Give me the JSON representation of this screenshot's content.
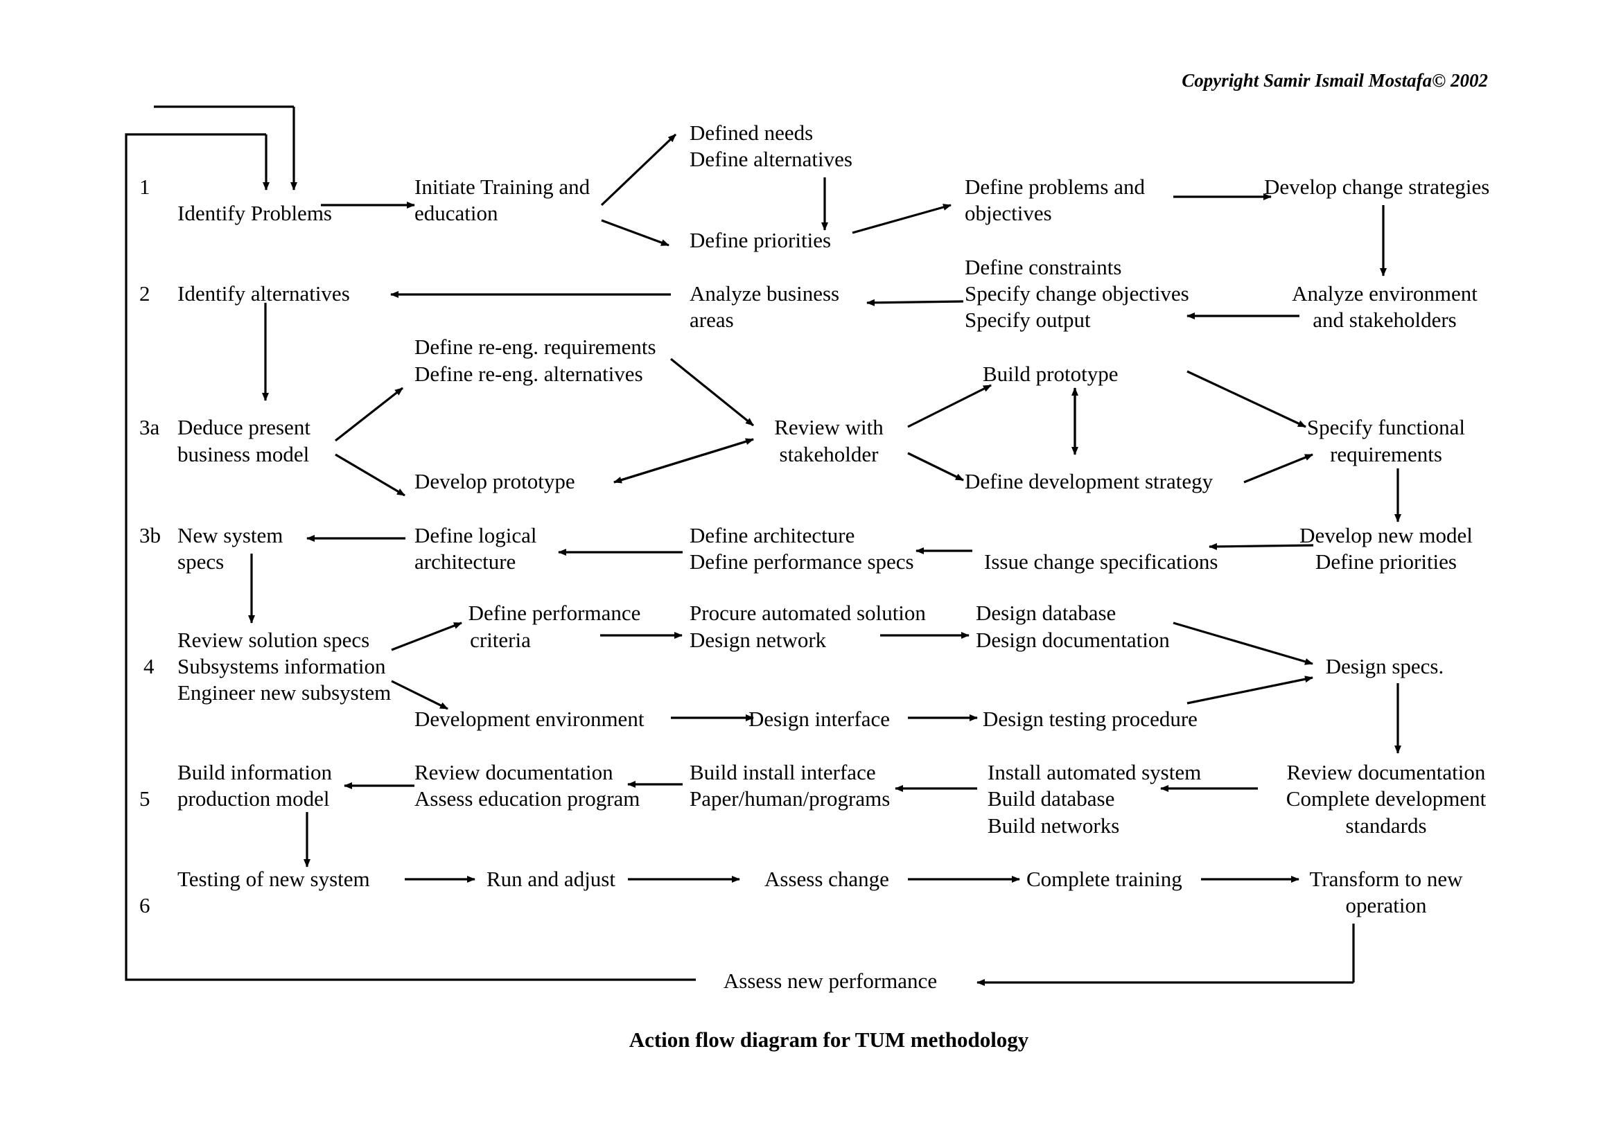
{
  "copyright": "Copyright Samir Ismail Mostafa© 2002",
  "caption": "Action flow diagram for TUM methodology",
  "row_labels": {
    "r1": "1",
    "r2": "2",
    "r3a": "3a",
    "r3b": "3b",
    "r4": "4",
    "r5": "5",
    "r6": "6"
  },
  "nodes": {
    "identify_problems": "Identify Problems",
    "initiate_training_1": "Initiate Training and",
    "initiate_training_2": "education",
    "defined_needs_1": "Defined needs",
    "defined_needs_2": "Define alternatives",
    "define_priorities": "Define priorities",
    "define_problems_1": "Define problems and",
    "define_problems_2": "objectives",
    "develop_change_strategies": "Develop change strategies",
    "identify_alternatives": "Identify alternatives",
    "analyze_business_1": "Analyze business",
    "analyze_business_2": "areas",
    "define_constraints_1": "Define constraints",
    "define_constraints_2": "Specify change objectives",
    "define_constraints_3": "Specify output",
    "analyze_environment_1": "Analyze environment",
    "analyze_environment_2": "and stakeholders",
    "define_reeng_1": "Define re-eng. requirements",
    "define_reeng_2": "Define re-eng. alternatives",
    "deduce_model_1": "Deduce present",
    "deduce_model_2": "business model",
    "review_stakeholder_1": "Review with",
    "review_stakeholder_2": "stakeholder",
    "build_prototype": "Build prototype",
    "specify_functional_1": "Specify functional",
    "specify_functional_2": "requirements",
    "develop_prototype": "Develop prototype",
    "define_dev_strategy": "Define development strategy",
    "new_system_1": "New system",
    "new_system_2": "specs",
    "define_logical_1": "Define logical",
    "define_logical_2": "architecture",
    "define_architecture_1": "Define architecture",
    "define_architecture_2": "Define performance specs",
    "issue_change_specs": "Issue change specifications",
    "develop_new_model_1": "Develop new model",
    "develop_new_model_2": "Define priorities",
    "review_solution_1": "Review solution specs",
    "review_solution_2": "Subsystems information",
    "review_solution_3": "Engineer new subsystem",
    "define_performance_1": "Define performance",
    "define_performance_2": "criteria",
    "procure_solution_1": "Procure automated solution",
    "procure_solution_2": "Design network",
    "design_database_1": "Design database",
    "design_database_2": "Design documentation",
    "design_specs": "Design specs.",
    "development_environment": "Development environment",
    "design_interface": "Design interface",
    "design_testing": "Design testing procedure",
    "build_info_model_1": "Build information",
    "build_info_model_2": "production model",
    "review_doc_education_1": "Review documentation",
    "review_doc_education_2": "Assess education program",
    "build_install_interface_1": "Build install interface",
    "build_install_interface_2": "Paper/human/programs",
    "install_automated_1": "Install automated system",
    "install_automated_2": "Build database",
    "install_automated_3": "Build networks",
    "review_doc_standards_1": "Review documentation",
    "review_doc_standards_2": "Complete development",
    "review_doc_standards_3": "standards",
    "testing_new_system": "Testing of new system",
    "run_adjust": "Run and adjust",
    "assess_change": "Assess change",
    "complete_training": "Complete training",
    "transform_operation_1": "Transform to new",
    "transform_operation_2": "operation",
    "assess_new_performance": "Assess new performance"
  }
}
